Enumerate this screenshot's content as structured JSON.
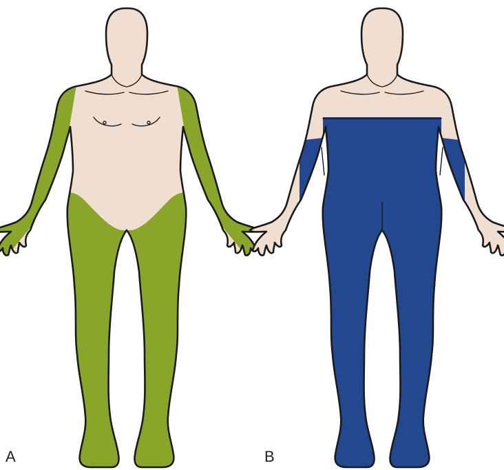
{
  "figure": {
    "panels": [
      {
        "label": "A",
        "distribution": "arms-and-legs",
        "highlight_color": "#8aa62a"
      },
      {
        "label": "B",
        "distribution": "chest-down",
        "highlight_color": "#23488f"
      }
    ],
    "colors": {
      "skin": "#f0dfd0",
      "outline": "#1a1a1a"
    }
  }
}
